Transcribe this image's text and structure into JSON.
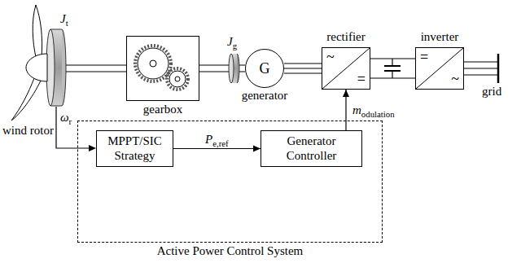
{
  "diagram": {
    "nodes": [
      {
        "text": [
          "gearbox"
        ]
      },
      {
        "text": [
          "G",
          "generator"
        ]
      },
      {
        "text": [
          "rectifier",
          "~",
          "="
        ]
      },
      {
        "text": [
          "inverter",
          "=",
          "~"
        ]
      },
      {
        "text": [
          "Active Power Control System"
        ]
      },
      {
        "text": [
          "MPPT/SIC Strategy"
        ],
        "in": 4
      },
      {
        "text": [
          "Generator Controller"
        ],
        "in": 4
      }
    ],
    "edges": [
      {
        "from": 0,
        "to": 1,
        "arrow": "none"
      },
      {
        "from": 1,
        "to": 2,
        "arrow": "none"
      },
      {
        "from": 2,
        "to": 3,
        "arrow": "none"
      },
      {
        "from": 5,
        "to": 6,
        "label": "Pe,ref",
        "arrow": "to"
      },
      {
        "from": 6,
        "to": 2,
        "label": "modulation",
        "arrow": "to"
      }
    ],
    "labels": [
      "Jt",
      "Jg",
      "ωr",
      "wind rotor",
      "grid"
    ]
  }
}
